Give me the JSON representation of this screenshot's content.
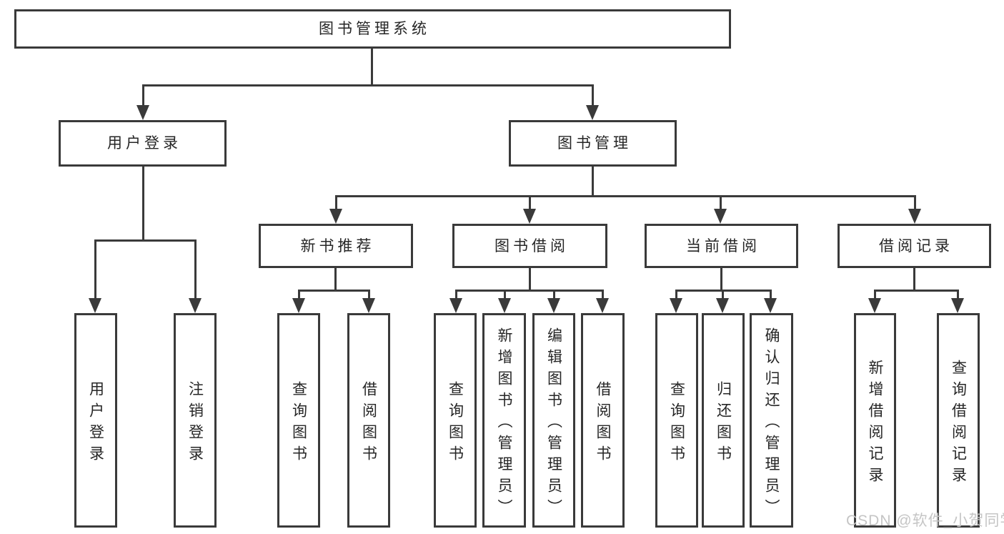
{
  "colors": {
    "line": "#3a3a3a",
    "text": "#262626",
    "watermark": "#c5c5c5",
    "background": "#ffffff"
  },
  "tree": {
    "root": {
      "label": "图书管理系统",
      "children": [
        {
          "label": "用户登录",
          "children": [
            {
              "label": "用户登录"
            },
            {
              "label": "注销登录"
            }
          ]
        },
        {
          "label": "图书管理",
          "children": [
            {
              "label": "新书推荐",
              "children": [
                {
                  "label": "查询图书"
                },
                {
                  "label": "借阅图书"
                }
              ]
            },
            {
              "label": "图书借阅",
              "children": [
                {
                  "label": "查询图书"
                },
                {
                  "label": "新增图书（管理员）"
                },
                {
                  "label": "编辑图书（管理员）"
                },
                {
                  "label": "借阅图书"
                }
              ]
            },
            {
              "label": "当前借阅",
              "children": [
                {
                  "label": "查询图书"
                },
                {
                  "label": "归还图书"
                },
                {
                  "label": "确认归还（管理员）"
                }
              ]
            },
            {
              "label": "借阅记录",
              "children": [
                {
                  "label": "新增借阅记录"
                },
                {
                  "label": "查询借阅记录"
                }
              ]
            }
          ]
        }
      ]
    }
  },
  "watermark": {
    "text": "CSDN @软件_小贺同学"
  }
}
